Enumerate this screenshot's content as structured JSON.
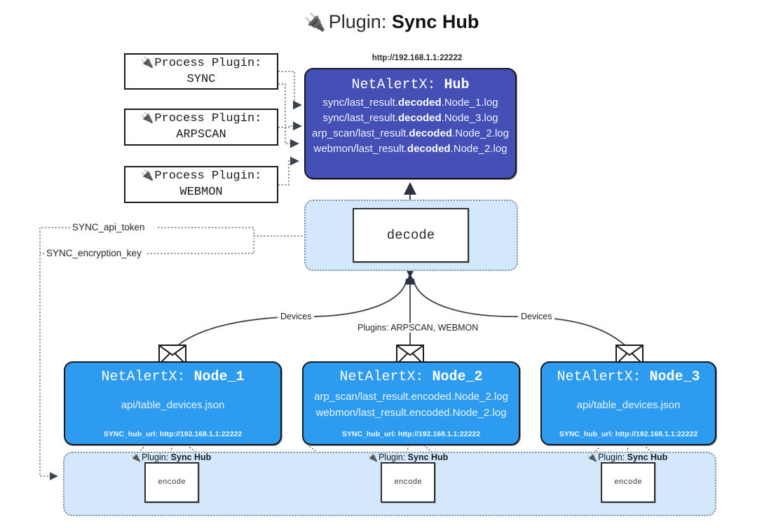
{
  "title": {
    "icon": "plug-icon",
    "glyph": "🔌",
    "prefix": "Plugin:",
    "name": "Sync Hub"
  },
  "process_plugins": [
    {
      "glyph": "🔌",
      "label": "Process Plugin:",
      "name": "SYNC"
    },
    {
      "glyph": "🔌",
      "label": "Process Plugin:",
      "name": "ARPSCAN"
    },
    {
      "glyph": "🔌",
      "label": "Process Plugin:",
      "name": "WEBMON"
    }
  ],
  "hub": {
    "url": "http://192.168.1.1:22222",
    "title_prefix": "NetAlertX:",
    "title_name": "Hub",
    "lines": [
      {
        "pre": "sync/last_result.",
        "mid": "decoded",
        "post": ".Node_1.log"
      },
      {
        "pre": "sync/last_result.",
        "mid": "decoded",
        "post": ".Node_3.log"
      },
      {
        "pre": "arp_scan/last_result.",
        "mid": "decoded",
        "post": ".Node_2.log"
      },
      {
        "pre": "webmon/last_result.",
        "mid": "decoded",
        "post": ".Node_2.log"
      }
    ]
  },
  "decode": {
    "label": "decode"
  },
  "keys": {
    "api_token": "SYNC_api_token",
    "encryption_key": "SYNC_encryption_key"
  },
  "edge_labels": {
    "devices_left": "Devices",
    "devices_right": "Devices",
    "plugins_center": "Plugins: ARPSCAN, WEBMON"
  },
  "nodes": [
    {
      "title_prefix": "NetAlertX:",
      "title_name": "Node_1",
      "lines": [
        "api/table_devices.json"
      ],
      "footer": "SYNC_hub_url: http://192.168.1.1:22222",
      "envelope_icon": "envelope-icon"
    },
    {
      "title_prefix": "NetAlertX:",
      "title_name": "Node_2",
      "lines": [
        "arp_scan/last_result.encoded.Node_2.log",
        "webmon/last_result.encoded.Node_2.log"
      ],
      "footer": "SYNC_hub_url: http://192.168.1.1:22222",
      "envelope_icon": "envelope-icon"
    },
    {
      "title_prefix": "NetAlertX:",
      "title_name": "Node_3",
      "lines": [
        "api/table_devices.json"
      ],
      "footer": "SYNC_hub_url: http://192.168.1.1:22222",
      "envelope_icon": "envelope-icon"
    }
  ],
  "encoders": [
    {
      "glyph": "🔌",
      "prefix": "Plugin:",
      "name": "Sync Hub",
      "box": "encode"
    },
    {
      "glyph": "🔌",
      "prefix": "Plugin:",
      "name": "Sync Hub",
      "box": "encode"
    },
    {
      "glyph": "🔌",
      "prefix": "Plugin:",
      "name": "Sync Hub",
      "box": "encode"
    }
  ],
  "colors": {
    "hub": "#4450b5",
    "node": "#2d9bf0",
    "band": "#d3e8fb",
    "band_border": "#7f8fa0",
    "stroke": "#2b2f36"
  }
}
